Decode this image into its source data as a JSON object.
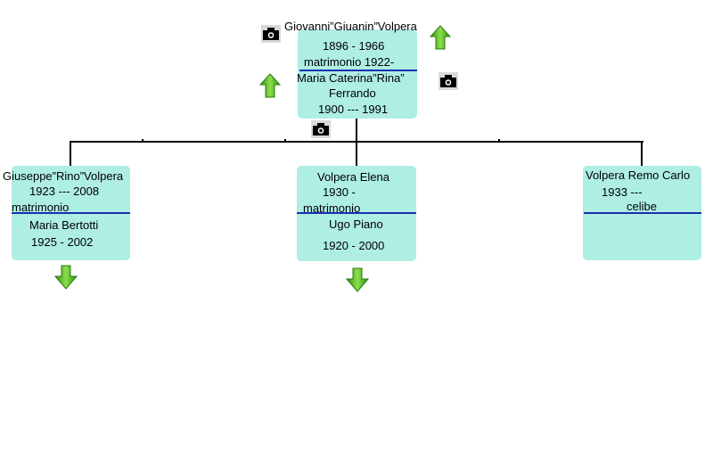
{
  "root": {
    "name": "Giovanni”Giuanin”Volpera",
    "years": "1896 - 1966",
    "marriage": "matrimonio 1922-",
    "spouse_name": "Maria Caterina”Rina”",
    "spouse_surname": "Ferrando",
    "spouse_years": "1900 --- 1991"
  },
  "children": [
    {
      "name": "Giuseppe”Rino”Volpera",
      "years": "1923 --- 2008",
      "marriage": "matrimonio",
      "spouse_name": "Maria Bertotti",
      "spouse_years": "1925 - 2002"
    },
    {
      "name": "Volpera Elena",
      "years": "1930 -",
      "marriage": "matrimonio",
      "spouse_name": "Ugo Piano",
      "spouse_years": "1920 - 2000"
    },
    {
      "name": "Volpera Remo Carlo",
      "years": "1933 ---",
      "status": "celibe"
    }
  ],
  "icons": {
    "photo": "camera-icon",
    "expand_up": "green-up-arrow-icon",
    "expand_down": "green-down-arrow-icon"
  },
  "colors": {
    "box_fill": "#aeeee3",
    "separator": "#1a2fb0",
    "arrow_green": "#4caf1a"
  }
}
